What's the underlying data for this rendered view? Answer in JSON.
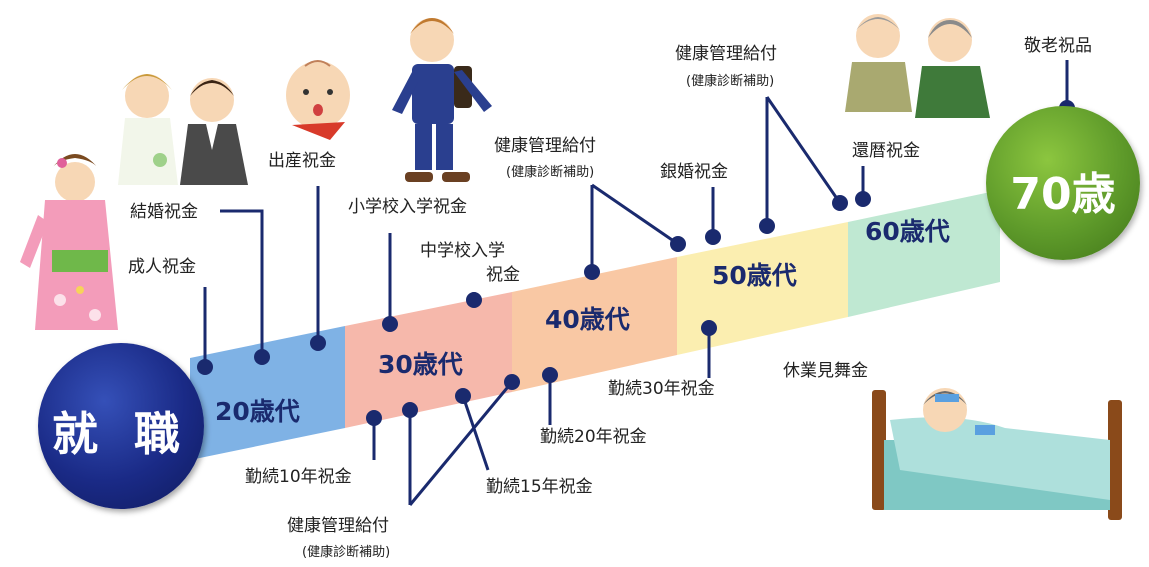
{
  "start_label": "就 職",
  "end_label": "70歳",
  "decades": [
    "20歳代",
    "30歳代",
    "40歳代",
    "50歳代",
    "60歳代"
  ],
  "events": {
    "seijin": "成人祝金",
    "kekkon": "結婚祝金",
    "shussan": "出産祝金",
    "shogakko": "小学校入学祝金",
    "chugakko_1": "中学校入学",
    "chugakko_2": "祝金",
    "kenko_a": "健康管理給付",
    "kenko_a_sub": "(健康診断補助)",
    "gin": "銀婚祝金",
    "kenko_b": "健康管理給付",
    "kenko_b_sub": "(健康診断補助)",
    "kanreki": "還暦祝金",
    "keiro": "敬老祝品",
    "kinzoku10": "勤続10年祝金",
    "kenko_c": "健康管理給付",
    "kenko_c_sub": "(健康診断補助)",
    "kinzoku15": "勤続15年祝金",
    "kinzoku20": "勤続20年祝金",
    "kinzoku30": "勤続30年祝金",
    "kyugyo": "休業見舞金"
  },
  "colors": {
    "band_20s": "#7fb2e5",
    "band_30s": "#f6b8ab",
    "band_40s": "#f9c8a4",
    "band_50s": "#fbeeb0",
    "band_60s": "#bfe8d2",
    "start_circle": "#1a2a86",
    "end_circle": "#5e9a2a",
    "connector": "#1a2a6e"
  },
  "icons": [
    "kimono-girl-icon",
    "wedding-couple-icon",
    "baby-icon",
    "schoolboy-icon",
    "elderly-couple-icon",
    "sick-in-bed-icon"
  ]
}
